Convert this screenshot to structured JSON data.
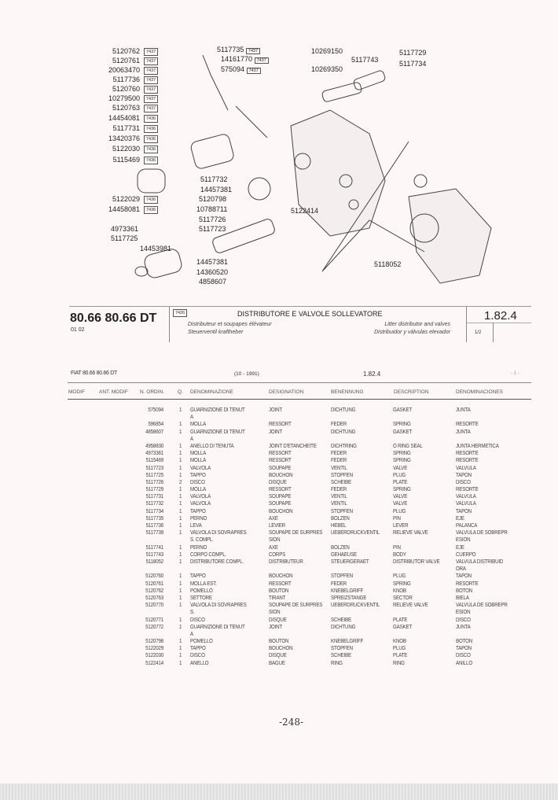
{
  "diagram": {
    "left_labels": [
      {
        "code": "5120762",
        "ref": "7437"
      },
      {
        "code": "5120761",
        "ref": "7437"
      },
      {
        "code": "20063470",
        "ref": "7437"
      },
      {
        "code": "5117736",
        "ref": "7437"
      },
      {
        "code": "5120760",
        "ref": "7437"
      },
      {
        "code": "10279500",
        "ref": "7437"
      },
      {
        "code": "5120763",
        "ref": "7437"
      },
      {
        "code": "14454081",
        "ref": "7436"
      },
      {
        "code": "5117731",
        "ref": "7436"
      },
      {
        "code": "13420376",
        "ref": "7436"
      },
      {
        "code": "5122030",
        "ref": "7436"
      },
      {
        "code": "5115469",
        "ref": "7436"
      },
      {
        "code": "5122029",
        "ref": "7436"
      },
      {
        "code": "14458081",
        "ref": "7436"
      }
    ],
    "top_labels": [
      {
        "code": "5117735",
        "ref": "7437"
      },
      {
        "code": "14161770",
        "ref": "7437"
      },
      {
        "code": "575094",
        "ref": "7437"
      }
    ],
    "right_labels": [
      "10269150",
      "5117743",
      "10269350",
      "5117729",
      "5117734"
    ],
    "center_labels": [
      "5117732",
      "14457381",
      "5120798",
      "10788711",
      "5117726",
      "5117723",
      "5122414",
      "4973361",
      "5117725",
      "14453981",
      "14457381",
      "14360520",
      "4858607",
      "5118052"
    ]
  },
  "header": {
    "model": "80.66 80.66 DT",
    "sub": "01 02",
    "ref_box": "7426",
    "title": "DISTRIBUTORE E VALVOLE SOLLEVATORE",
    "fr": "Distributeur et soupapes élévateur",
    "de": "Steuerventil kraftheber",
    "en": "Litter distributor and valves",
    "es": "Distribuidor y válvulas elevador",
    "code": "1.82.4",
    "page": "1/2"
  },
  "list_header": {
    "model": "FIAT 80.66 80.66 DT",
    "date": "(10 - 1991)",
    "code": "1.82.4",
    "page": "- 1 -"
  },
  "columns": [
    "MODIF",
    "ANT. MODIF",
    "N. ORDIN.",
    "Q.",
    "DENOMINAZIONE",
    "DESIGNATION",
    "BENENNUNG",
    "DESCRIPTION",
    "DENOMINACIONES"
  ],
  "rows": [
    [
      "575094",
      "1",
      "GUARNIZIONE DI TENUT\nA",
      "JOINT",
      "DICHTUNG",
      "GASKET",
      "JUNTA"
    ],
    [
      "596854",
      "1",
      "MOLLA",
      "RESSORT",
      "FEDER",
      "SPRING",
      "RESORTE"
    ],
    [
      "4858607",
      "1",
      "GUARNIZIONE DI TENUT\nA",
      "JOINT",
      "DICHTUNG",
      "GASKET",
      "JUNTA"
    ],
    [
      "4958830",
      "1",
      "ANELLO DI TENUTA",
      "JOINT D'ETANCHEITE",
      "DICHTRING",
      "O RING SEAL",
      "JUNTA HERMETICA"
    ],
    [
      "4973361",
      "1",
      "MOLLA",
      "RESSORT",
      "FEDER",
      "SPRING",
      "RESORTE"
    ],
    [
      "5115469",
      "1",
      "MOLLA",
      "RESSORT",
      "FEDER",
      "SPRING",
      "RESORTE"
    ],
    [
      "5117723",
      "1",
      "VALVOLA",
      "SOUPAPE",
      "VENTIL",
      "VALVE",
      "VALVULA"
    ],
    [
      "5117725",
      "1",
      "TAPPO",
      "BOUCHON",
      "STOPFEN",
      "PLUG",
      "TAPON"
    ],
    [
      "5117726",
      "2",
      "DISCO",
      "DISQUE",
      "SCHEIBE",
      "PLATE",
      "DISCO"
    ],
    [
      "5117729",
      "1",
      "MOLLA",
      "RESSORT",
      "FEDER",
      "SPRING",
      "RESORTE"
    ],
    [
      "5117731",
      "1",
      "VALVOLA",
      "SOUPAPE",
      "VENTIL",
      "VALVE",
      "VALVULA"
    ],
    [
      "5117732",
      "1",
      "VALVOLA",
      "SOUPAPE",
      "VENTIL",
      "VALVE",
      "VALVULA"
    ],
    [
      "5117734",
      "1",
      "TAPPO",
      "BOUCHON",
      "STOPFEN",
      "PLUG",
      "TAPON"
    ],
    [
      "5117735",
      "1",
      "PERNO",
      "AXE",
      "BOLZEN",
      "PIN",
      "EJE"
    ],
    [
      "5117736",
      "1",
      "LEVA",
      "LEVIER",
      "HEBEL",
      "LEVER",
      "PALANCA"
    ],
    [
      "5117739",
      "1",
      "VALVOLA DI SOVRAPRES\nS. COMPL.",
      "SOUPAPE DE SURPRES\nSION",
      "UEBERDRUCKVENTIL",
      "RELIEVE VALVE",
      "VALVULA DE SOBREPR\nESION"
    ],
    [
      "5117741",
      "1",
      "PERNO",
      "AXE",
      "BOLZEN",
      "PIN",
      "EJE"
    ],
    [
      "5117743",
      "1",
      "CORPO COMPL.",
      "CORPS",
      "GEHAEUSE",
      "BODY",
      "CUERPO"
    ],
    [
      "5118052",
      "1",
      "DISTRIBUTORE COMPL.",
      "DISTRIBUTEUR",
      "STEUERGERAET",
      "DISTRIBUTOR VALVE",
      "VALVULA DISTRIBUID\nORA"
    ],
    [
      "5120760",
      "1",
      "TAPPO",
      "BOUCHON",
      "STOPFEN",
      "PLUG",
      "TAPON"
    ],
    [
      "5120761",
      "1",
      "MOLLA EST.",
      "RESSORT",
      "FEDER",
      "SPRING",
      "RESORTE"
    ],
    [
      "5120762",
      "1",
      "POMELLO",
      "BOUTON",
      "KNEBELGRIFF",
      "KNOB",
      "BOTON"
    ],
    [
      "5120763",
      "1",
      "SETTORE",
      "TIRANT",
      "SPREIZSTANGE",
      "SECTOR",
      "BIELA"
    ],
    [
      "5120770",
      "1",
      "VALVOLA DI SOVRAPRES\nS.",
      "SOUPAPE DE SURPRES\nSION",
      "UEBERDRUCKVENTIL",
      "RELIEVE VALVE",
      "VALVULA DE SOBREPR\nESION"
    ],
    [
      "5120771",
      "1",
      "DISCO",
      "DISQUE",
      "SCHEIBE",
      "PLATE",
      "DISCO"
    ],
    [
      "5120772",
      "1",
      "GUARNIZIONE DI TENUT\nA",
      "JOINT",
      "DICHTUNG",
      "GASKET",
      "JUNTA"
    ],
    [
      "5120798",
      "1",
      "POMELLO",
      "BOUTON",
      "KNEBELGRIFF",
      "KNOB",
      "BOTON"
    ],
    [
      "5122029",
      "1",
      "TAPPO",
      "BOUCHON",
      "STOPFEN",
      "PLUG",
      "TAPON"
    ],
    [
      "5122030",
      "1",
      "DISCO",
      "DISQUE",
      "SCHEIBE",
      "PLATE",
      "DISCO"
    ],
    [
      "5122414",
      "1",
      "ANELLO",
      "BAGUE",
      "RING",
      "RING",
      "ANILLO"
    ]
  ],
  "page_number": "-248-"
}
